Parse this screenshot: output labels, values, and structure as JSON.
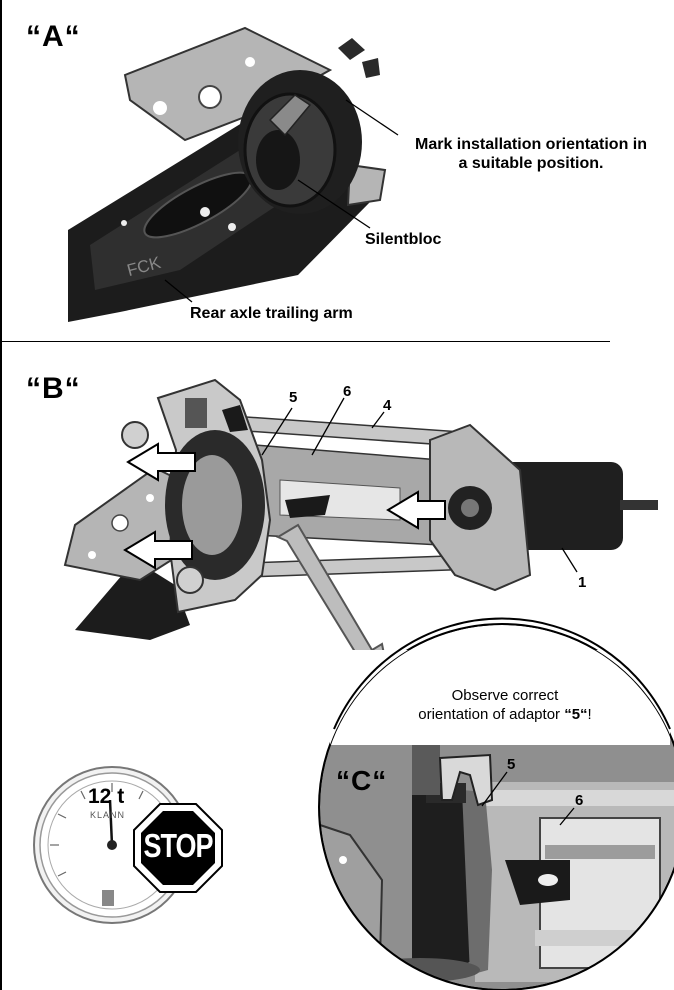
{
  "sections": {
    "a": {
      "label": "“A“"
    },
    "b": {
      "label": "“B“"
    },
    "c": {
      "label": "“C“"
    }
  },
  "callouts": {
    "mark_line1": "Mark installation orientation in",
    "mark_line2": "a suitable position.",
    "silentbloc": "Silentbloc",
    "trailing_arm": "Rear axle trailing arm",
    "part_stamp": "FCK"
  },
  "part_numbers": {
    "b_5": "5",
    "b_6": "6",
    "b_4": "4",
    "b_1": "1",
    "c_5": "5",
    "c_6": "6"
  },
  "note": {
    "line1": "Observe correct",
    "line2_prefix": "orientation of adaptor ",
    "line2_part": "“5“",
    "line2_suffix": "!"
  },
  "gauge": {
    "value": "12 t",
    "brand": "KLANN"
  },
  "stop_sign": {
    "text": "STOP",
    "color": "#000000"
  }
}
